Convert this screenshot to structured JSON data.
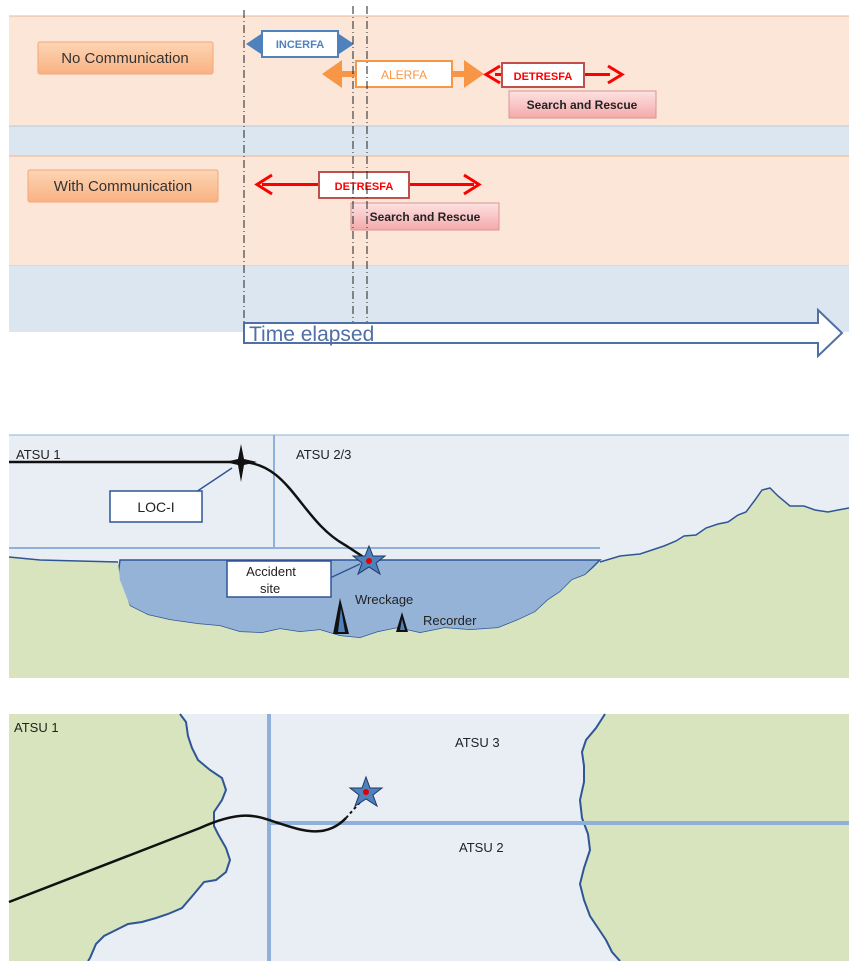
{
  "timeline": {
    "rows": {
      "no_comm": "No Communication",
      "with_comm": "With Communication"
    },
    "phases": {
      "incerfa": "INCERFA",
      "alerfa": "ALERFA",
      "detresfa": "DETRESFA",
      "detresfa2": "DETRESFA",
      "sar1": "Search and Rescue",
      "sar2": "Search and Rescue"
    },
    "axis_label": "Time elapsed"
  },
  "profile": {
    "atsu_left": "ATSU 1",
    "atsu_right": "ATSU 2/3",
    "loc_label": "LOC-I",
    "accident_line1": "Accident",
    "accident_line2": "site",
    "wreckage": "Wreckage",
    "recorder": "Recorder"
  },
  "plan": {
    "atsu1": "ATSU 1",
    "atsu3": "ATSU 3",
    "atsu2": "ATSU 2"
  },
  "colors": {
    "band_orange": "#fbe6d8",
    "band_blue": "#dce6f0",
    "blue_arrow": "#4f81bd",
    "orange_arrow": "#f79646",
    "red_arrow": "#ff0000",
    "water": "#95b3d7",
    "land": "#d7e4bd",
    "sky": "#e9eef5"
  }
}
